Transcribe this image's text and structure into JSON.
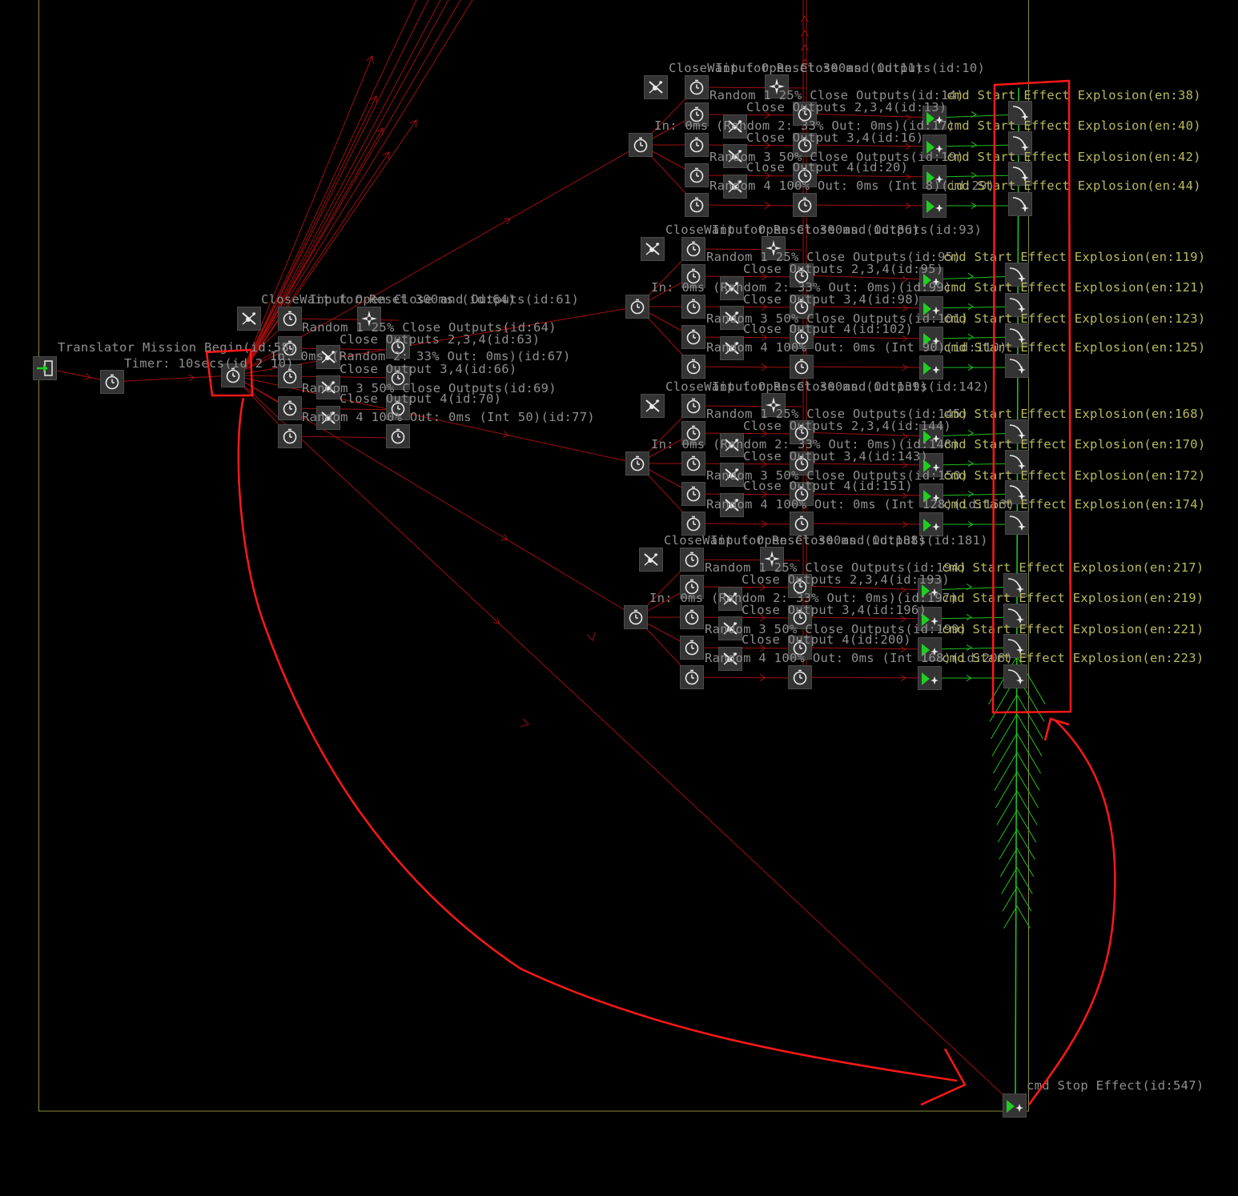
{
  "root_labels": {
    "translator": "Translator Mission Begin(id:58)",
    "timer": "Timer: 10secs(id:2 10)",
    "stop_effect": "cmd Stop Effect(id:547)"
  },
  "small_cluster": {
    "labels": [
      "CloseWait for Reset 300ms (id:64)",
      "Input Open Close and Outputs(id:61)",
      "Random 1 25% Close Outputs(id:64)",
      "Close Outputs 2,3,4(id:63)",
      "In: 0ms (Random 2: 33% Out: 0ms)(id:67)",
      "Close Output 3,4(id:66)",
      "Random 3 50% Close Outputs(id:69)",
      "Close Output 4(id:70)",
      "Random 4 100% Out: 0ms (Int 50)(id:77)"
    ]
  },
  "clusters": [
    {
      "labels": [
        "CloseWait for Reset 300ms (id:11)",
        "Input Open Close and Outputs(id:10)",
        "Random 1 25% Close Outputs(id:14)",
        "cmd Start Effect Explosion(en:38)",
        "Close Outputs 2,3,4(id:13)",
        "In: 0ms (Random 2: 33% Out: 0ms)(id:17)",
        "cmd Start Effect Explosion(en:40)",
        "Close Output 3,4(id:16)",
        "Random 3 50% Close Outputs(id:19)",
        "cmd Start Effect Explosion(en:42)",
        "Close Output 4(id:20)",
        "Random 4 100% Out: 0ms (Int 8)(id:29)",
        "cmd Start Effect Explosion(en:44)"
      ]
    },
    {
      "labels": [
        "CloseWait for Reset 300ms (id:86)",
        "Input Open Close and Outputs(id:93)",
        "Random 1 25% Close Outputs(id:95)",
        "cmd Start Effect Explosion(en:119)",
        "Close Outputs 2,3,4(id:95)",
        "In: 0ms (Random 2: 33% Out: 0ms)(id:99)",
        "cmd Start Effect Explosion(en:121)",
        "Close Output 3,4(id:98)",
        "Random 3 50% Close Outputs(id:101)",
        "cmd Start Effect Explosion(en:123)",
        "Close Output 4(id:102)",
        "Random 4 100% Out: 0ms (Int 90)(id:110)",
        "cmd Start Effect Explosion(en:125)"
      ]
    },
    {
      "labels": [
        "CloseWait for Reset 300ms (id:139)",
        "Input Open Close and Outputs(id:142)",
        "Random 1 25% Close Outputs(id:145)",
        "cmd Start Effect Explosion(en:168)",
        "Close Outputs 2,3,4(id:144)",
        "In: 0ms (Random 2: 33% Out: 0ms)(id:148)",
        "cmd Start Effect Explosion(en:170)",
        "Close Output 3,4(id:143)",
        "Random 3 50% Close Outputs(id:150)",
        "cmd Start Effect Explosion(en:172)",
        "Close Output 4(id:151)",
        "Random 4 100% Out: 0ms (Int 128)(id:153)",
        "cmd Start Effect Explosion(en:174)"
      ]
    },
    {
      "labels": [
        "CloseWait for Reset 300ms (id:188)",
        "Input Open Close and Outputs(id:181)",
        "Random 1 25% Close Outputs(id:194)",
        "cmd Start Effect Explosion(en:217)",
        "Close Outputs 2,3,4(id:193)",
        "In: 0ms (Random 2: 33% Out: 0ms)(id:197)",
        "cmd Start Effect Explosion(en:219)",
        "Close Output 3,4(id:196)",
        "Random 3 50% Close Outputs(id:199)",
        "cmd Start Effect Explosion(en:221)",
        "Close Output 4(id:200)",
        "Random 4 100% Out: 0ms (Int 168)(id:208)",
        "cmd Start Effect Explosion(en:223)"
      ]
    }
  ],
  "colors": {
    "background": "#000000",
    "node_bg": "#343434",
    "wire_red": "#a01010",
    "wire_green": "#20c020",
    "frame_yellow": "#8a8a3a",
    "label_gray": "#8f8f8f",
    "label_yellow": "#b9b95e",
    "annotation_red": "#ff1818",
    "icon_white": "#e8e8e8",
    "icon_green": "#22cc22"
  },
  "icons": [
    "mission-begin-icon",
    "timer-icon",
    "close-output-icon",
    "random-icon",
    "start-effect-icon",
    "stop-effect-icon"
  ]
}
